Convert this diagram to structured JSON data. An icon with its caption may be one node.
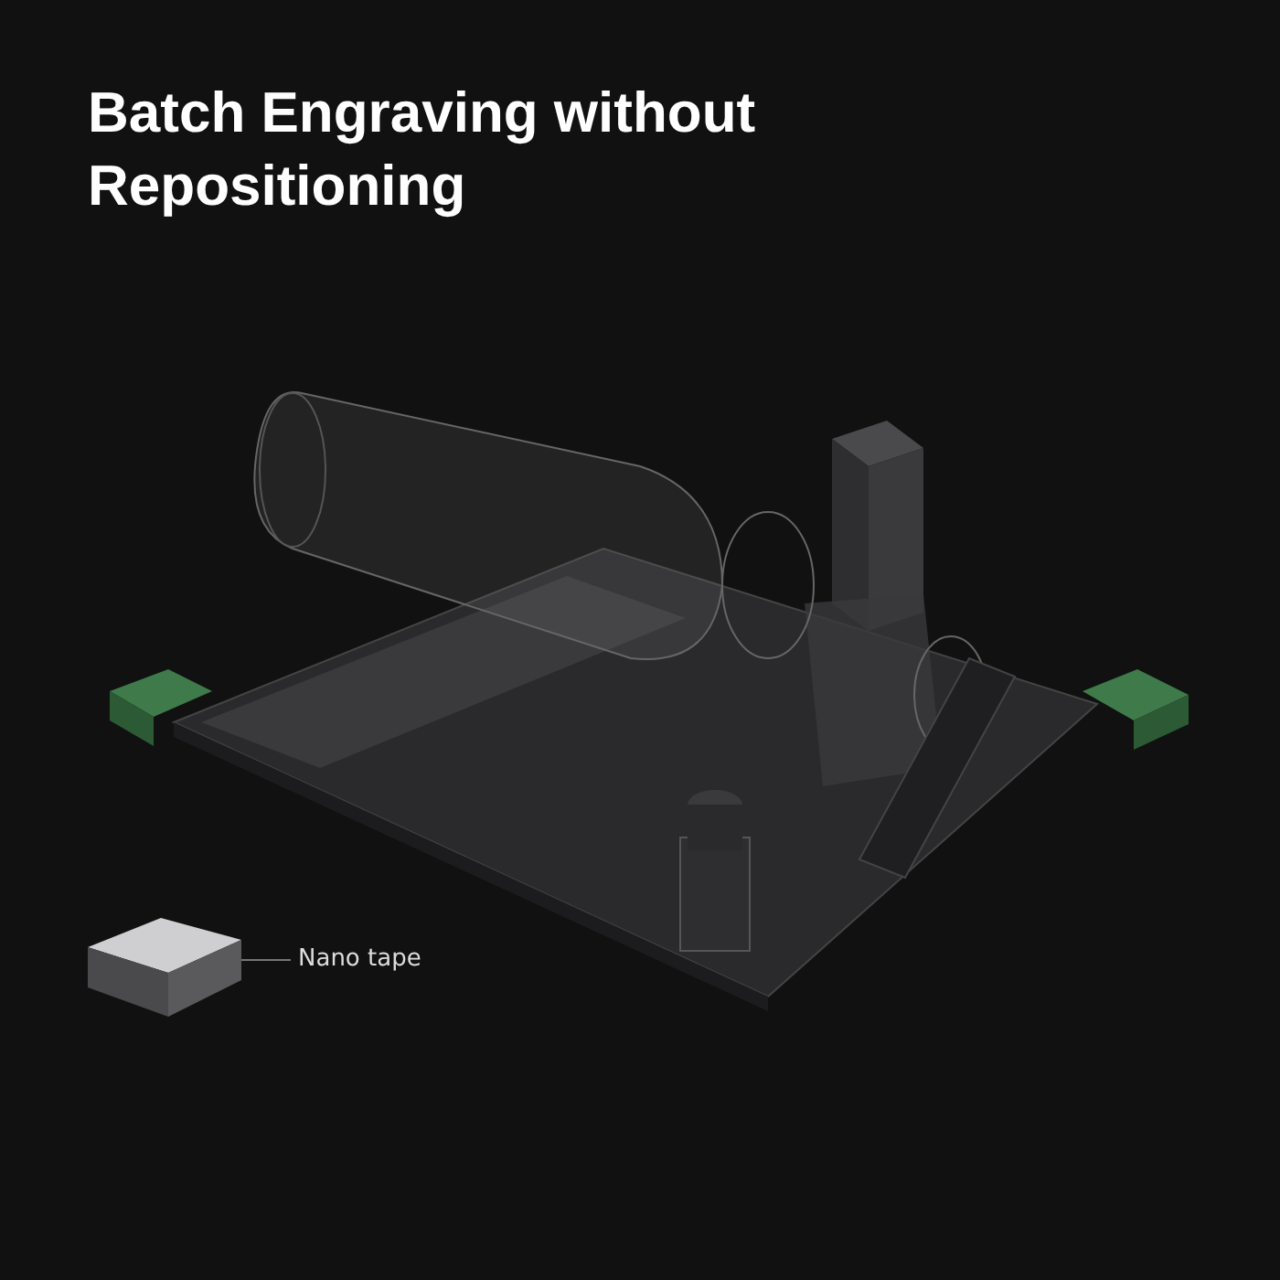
{
  "diagram": {
    "title": "Batch Engraving without Repositioning",
    "nodes": [
      {
        "text": [
          "Nano tape"
        ]
      },
      {
        "text": [],
        "shape": "picture"
      }
    ],
    "edges": [
      {
        "from": 0,
        "to": 1,
        "arrow": "none"
      }
    ]
  }
}
